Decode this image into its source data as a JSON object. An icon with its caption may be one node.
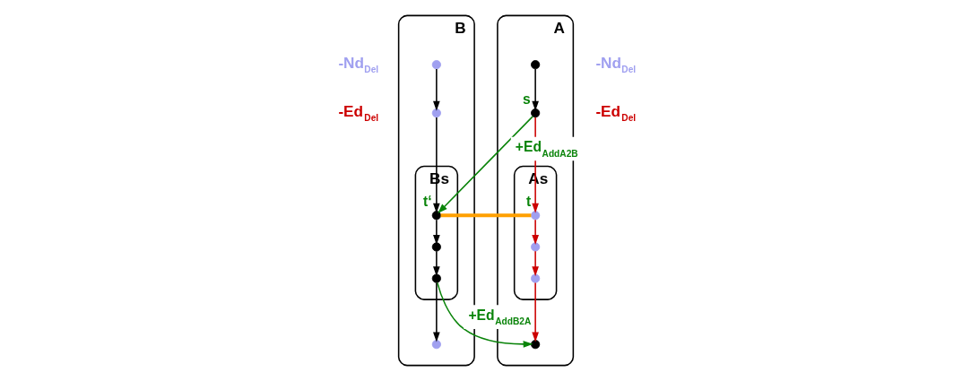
{
  "diagram": {
    "nodes": [
      {
        "text": [
          "A"
        ]
      },
      {
        "text": [
          "As"
        ],
        "in": 0
      },
      {
        "text": [],
        "shape": "circle",
        "in": 0
      },
      {
        "text": [],
        "shape": "circle",
        "in": 0,
        "beside": [
          "s"
        ]
      },
      {
        "text": [],
        "shape": "circle",
        "in": 1,
        "beside": [
          "t"
        ]
      },
      {
        "text": [],
        "shape": "circle",
        "in": 1
      },
      {
        "text": [],
        "shape": "circle",
        "in": 1
      },
      {
        "text": [],
        "shape": "circle",
        "in": 0
      },
      {
        "text": [
          "B"
        ]
      },
      {
        "text": [
          "Bs"
        ],
        "in": 8
      },
      {
        "text": [],
        "shape": "circle",
        "in": 8
      },
      {
        "text": [],
        "shape": "circle",
        "in": 8
      },
      {
        "text": [],
        "shape": "circle",
        "in": 9,
        "beside": [
          "t‘"
        ]
      },
      {
        "text": [],
        "shape": "circle",
        "in": 9
      },
      {
        "text": [],
        "shape": "circle",
        "in": 9
      },
      {
        "text": [],
        "shape": "circle",
        "in": 8
      }
    ],
    "edges": [
      {
        "from": 2,
        "to": 3,
        "arrow": "to"
      },
      {
        "from": 3,
        "to": 4,
        "arrow": "to",
        "color": "#cc0000"
      },
      {
        "from": 4,
        "to": 5,
        "arrow": "to",
        "color": "#cc0000"
      },
      {
        "from": 5,
        "to": 6,
        "arrow": "to",
        "color": "#cc0000"
      },
      {
        "from": 6,
        "to": 7,
        "arrow": "to",
        "color": "#cc0000"
      },
      {
        "from": 3,
        "to": 12,
        "arrow": "to",
        "label": "+Ed$_{AddA2B}$",
        "color": "#0a840a"
      },
      {
        "from": 4,
        "to": 12,
        "arrow": "none",
        "style": "thick",
        "color": "#ffa000"
      },
      {
        "from": 10,
        "to": 11,
        "arrow": "to"
      },
      {
        "from": 11,
        "to": 12,
        "arrow": "to"
      },
      {
        "from": 12,
        "to": 13,
        "arrow": "to"
      },
      {
        "from": 13,
        "to": 14,
        "arrow": "to"
      },
      {
        "from": 14,
        "to": 7,
        "arrow": "to",
        "label": "+Ed$_{AddB2A}$",
        "color": "#0a840a"
      },
      {
        "from": 14,
        "to": 15,
        "arrow": "to"
      }
    ],
    "labels": [
      "-Nd$_{Del}$",
      "-Ed$_{Del}$",
      "-Nd$_{Del}$",
      "-Ed$_{Del}$"
    ]
  }
}
